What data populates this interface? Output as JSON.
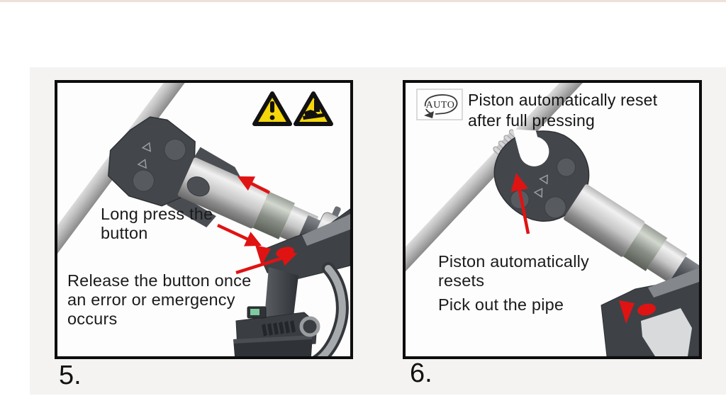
{
  "page": {
    "sheet_color": "#f4f3f1",
    "top_strip_color": "#eddbd4",
    "panel_border_color": "#0d0d0d"
  },
  "colors": {
    "accent_red": "#e01313",
    "warning_yellow": "#f5d60a",
    "ink": "#1b1b1b",
    "tool_dark": "#43474c",
    "pipe_gray": "#b5b5b5"
  },
  "panel5": {
    "step_label": "5.",
    "callout_long_press": "Long press the\nbutton",
    "callout_release": "Release the button once\nan error or emergency\noccurs",
    "icons": [
      "general-warning-icon",
      "crush-hazard-icon"
    ]
  },
  "panel6": {
    "step_label": "6.",
    "auto_badge": "AUTO",
    "heading": "Piston automatically reset\nafter full pressing",
    "callout_reset": "Piston automatically\nresets",
    "callout_pick": "Pick out the pipe",
    "icons": [
      "auto-reset-icon"
    ]
  }
}
